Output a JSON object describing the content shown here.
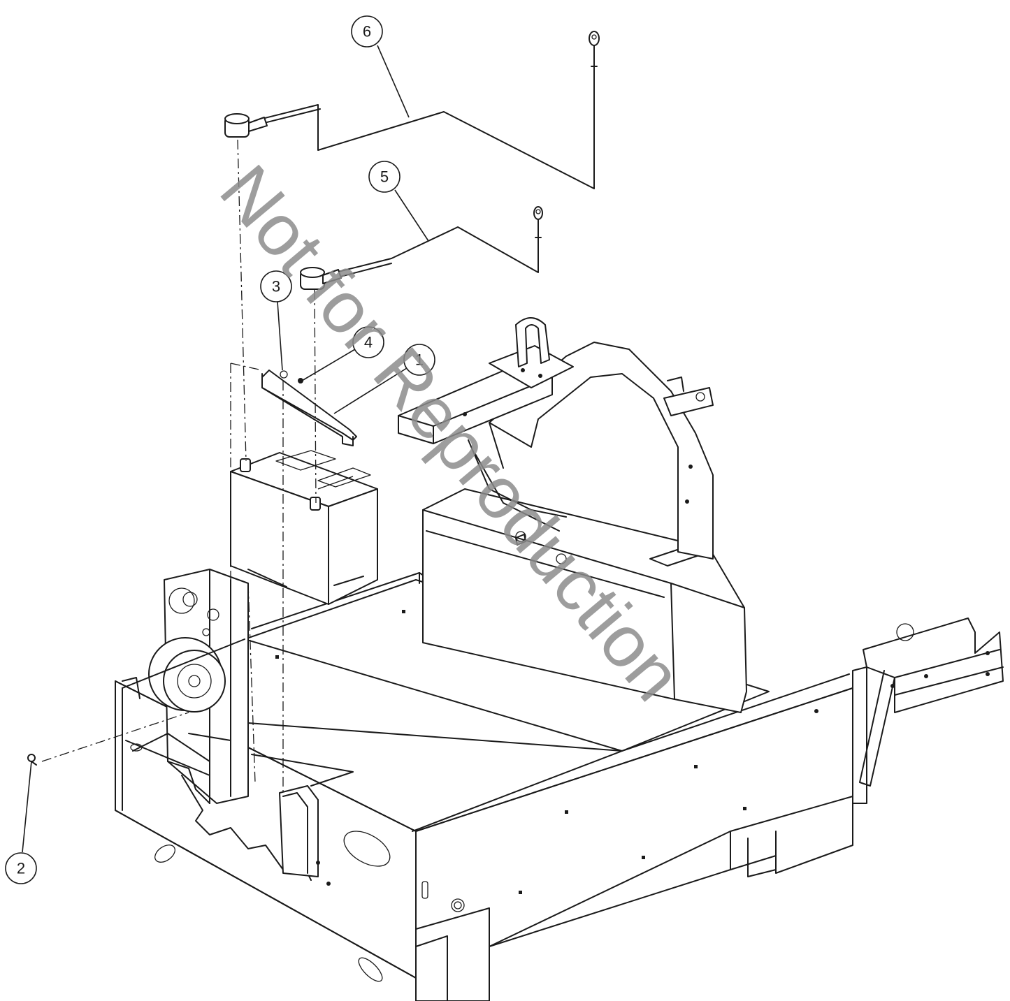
{
  "watermark": "Not for Reproduction",
  "callouts": [
    {
      "label": "1"
    },
    {
      "label": "2"
    },
    {
      "label": "3"
    },
    {
      "label": "4"
    },
    {
      "label": "5"
    },
    {
      "label": "6"
    }
  ],
  "colors": {
    "line": "#1a1a1a",
    "watermark": "#8c8c8c",
    "background": "#ffffff"
  }
}
